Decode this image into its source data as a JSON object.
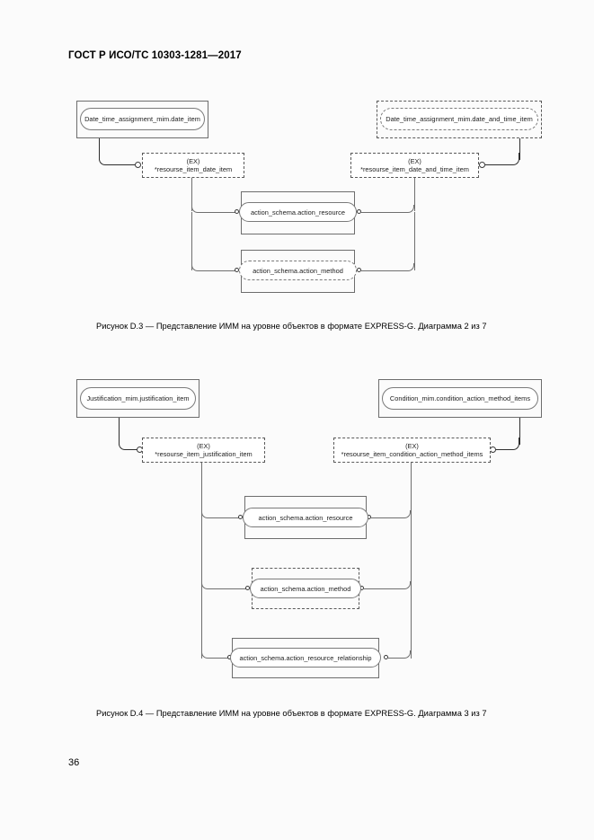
{
  "document": {
    "header": "ГОСТ Р ИСО/ТС 10303-1281—2017",
    "page_number": "36"
  },
  "figures": [
    {
      "id": "D.3",
      "caption": "Рисунок D.3 — Представление ИММ на уровне объектов в формате EXPRESS-G. Диаграмма 2 из 7",
      "nodes": {
        "top_left_entity": "Date_time_assignment_mim.date_item",
        "top_right_entity": "Date_time_assignment_mim.date_and_time_item",
        "ex_left_tag": "(EX)",
        "ex_left_name": "*resourse_item_date_item",
        "ex_right_tag": "(EX)",
        "ex_right_name": "*resourse_item_date_and_time_item",
        "mid_entity_1": "action_schema.action_resource",
        "mid_entity_2": "action_schema.action_method"
      }
    },
    {
      "id": "D.4",
      "caption": "Рисунок D.4 — Представление ИММ на уровне объектов в формате EXPRESS-G. Диаграмма 3 из 7",
      "nodes": {
        "top_left_entity": "Justification_mim.justification_item",
        "top_right_entity": "Condition_mim.condition_action_method_items",
        "ex_left_tag": "(EX)",
        "ex_left_name": "*resourse_item_justification_item",
        "ex_right_tag": "(EX)",
        "ex_right_name": "*resourse_item_condition_action_method_items",
        "mid_entity_1": "action_schema.action_resource",
        "mid_entity_2": "action_schema.action_method",
        "mid_entity_3": "action_schema.action_resource_relationship"
      }
    }
  ]
}
